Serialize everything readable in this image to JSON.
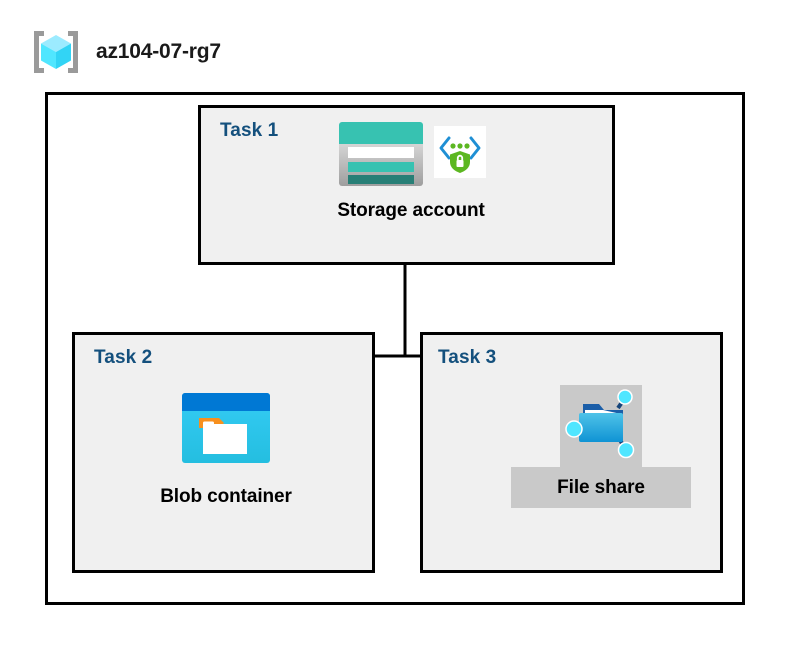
{
  "header": {
    "icon": "resource-group-icon",
    "title": "az104-07-rg7"
  },
  "diagram": {
    "type": "azure-architecture-tree",
    "container": {
      "name": "resource-group-container",
      "label": "az104-07-rg7"
    },
    "tasks": [
      {
        "id": "task-1",
        "label": "Task 1",
        "node": {
          "caption": "Storage account",
          "icons": [
            "storage-account-icon",
            "secure-endpoint-shield-icon"
          ],
          "selected": false
        }
      },
      {
        "id": "task-2",
        "label": "Task 2",
        "node": {
          "caption": "Blob container",
          "icons": [
            "blob-container-icon"
          ],
          "selected": false
        }
      },
      {
        "id": "task-3",
        "label": "Task 3",
        "node": {
          "caption": "File share",
          "icons": [
            "file-share-icon"
          ],
          "selected": true
        }
      }
    ],
    "connections": [
      {
        "from": "Storage account",
        "to": "Blob container"
      },
      {
        "from": "Storage account",
        "to": "File share"
      }
    ]
  },
  "colors": {
    "task_label": "#14507D",
    "box_border": "#000000",
    "box_fill": "#F0F0F0",
    "page_background": "#FFFFFF",
    "selection_highlight": "#C9C9C9",
    "storage_teal": "#37C2B1",
    "storage_teal_dark": "#268278",
    "blob_blue": "#0078D4",
    "blob_cyan": "#2CC8F0",
    "blob_orange": "#F7901E",
    "shield_green": "#5CB721",
    "bracket_gray": "#A0A0A0",
    "cube_cyan": "#50E6FF"
  }
}
